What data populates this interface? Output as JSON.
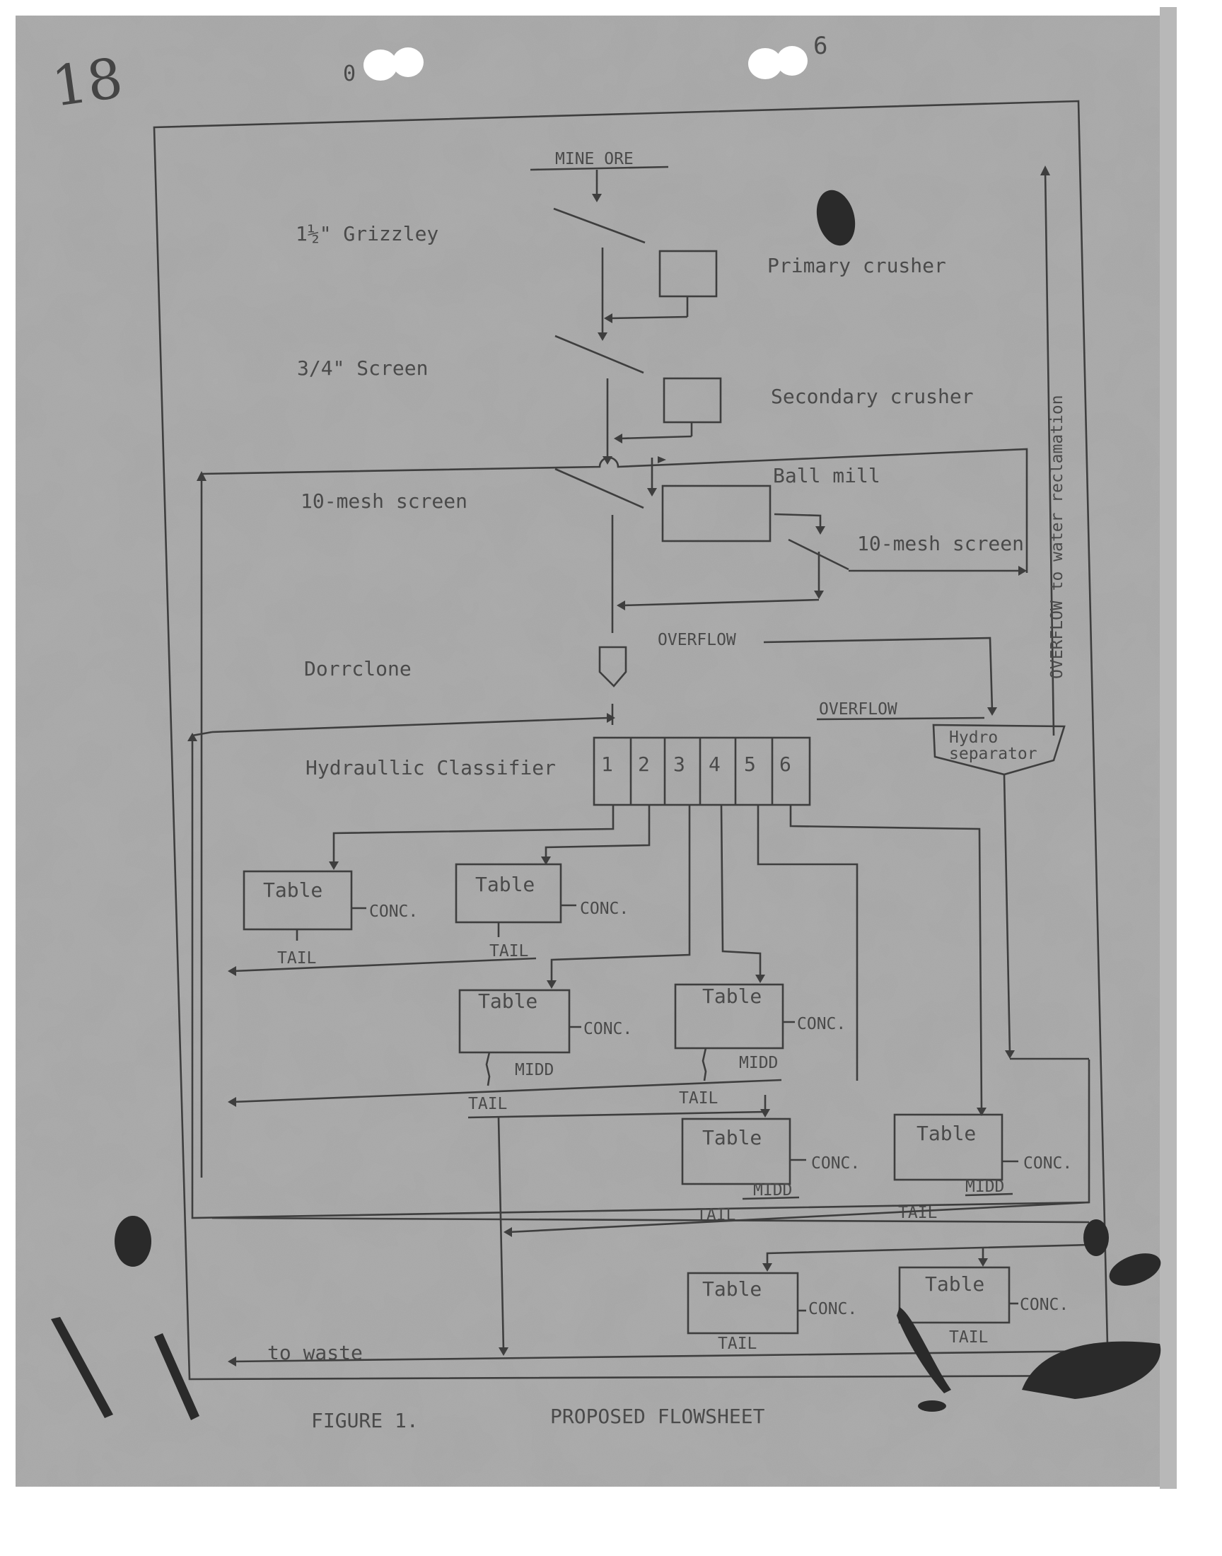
{
  "page": {
    "page_number": "18",
    "doc_code_left": "0",
    "doc_code_right": "6"
  },
  "diagram": {
    "feed": "MINE ORE",
    "left_labels": {
      "grizzley": "1½\" Grizzley",
      "screen_34": "3/4\" Screen",
      "mesh_screen_1": "10-mesh screen",
      "dorrclone": "Dorrclone",
      "classifier": "Hydraullic Classifier"
    },
    "right_labels": {
      "primary_crusher": "Primary crusher",
      "secondary_crusher": "Secondary crusher",
      "ball_mill": "Ball mill",
      "mesh_screen_2": "10-mesh screen",
      "water_reclamation": "OVERFLOW to water reclamation"
    },
    "overflow_1": "OVERFLOW",
    "overflow_2": "OVERFLOW",
    "hydro_separator": [
      "Hydro",
      "separator"
    ],
    "classifier_cells": [
      "1",
      "2",
      "3",
      "4",
      "5",
      "6"
    ],
    "table_label": "Table",
    "conc_label": "CONC.",
    "tail_label": "TAIL",
    "midd_label": "MIDD",
    "waste": "to waste"
  },
  "caption": {
    "figure": "FIGURE  1.",
    "title": "PROPOSED  FLOWSHEET"
  }
}
